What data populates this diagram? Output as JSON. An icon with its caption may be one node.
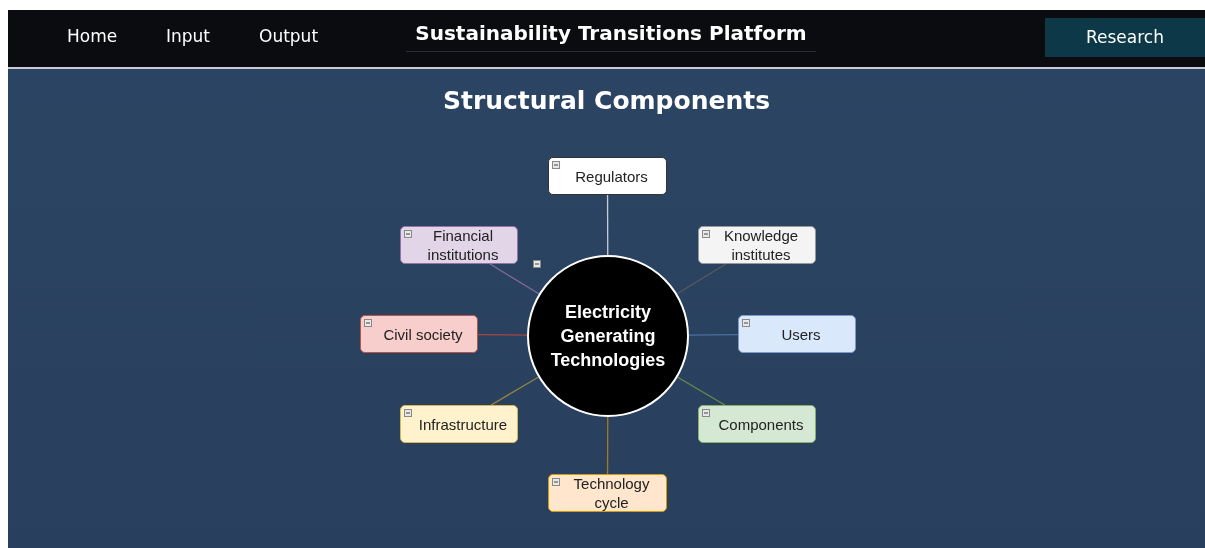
{
  "diagram": {
    "title": "Structural Components",
    "nodes": [
      {
        "text": [
          "Electricity Generating Technologies"
        ]
      },
      {
        "text": [
          "Regulators"
        ]
      },
      {
        "text": [
          "Knowledge institutes"
        ]
      },
      {
        "text": [
          "Users"
        ]
      },
      {
        "text": [
          "Components"
        ]
      },
      {
        "text": [
          "Technology cycle"
        ]
      },
      {
        "text": [
          "Infrastructure"
        ]
      },
      {
        "text": [
          "Civil society"
        ]
      },
      {
        "text": [
          "Financial institutions"
        ]
      }
    ],
    "edges": [
      {
        "from": 0,
        "to": 1,
        "arrow": "none",
        "color": "#c8ccd2"
      },
      {
        "from": 0,
        "to": 2,
        "arrow": "none",
        "color": "#5a5a5a"
      },
      {
        "from": 0,
        "to": 3,
        "arrow": "none",
        "color": "#4a6fa5"
      },
      {
        "from": 0,
        "to": 4,
        "arrow": "none",
        "color": "#6a8a4a"
      },
      {
        "from": 0,
        "to": 5,
        "arrow": "none",
        "color": "#a07c20"
      },
      {
        "from": 0,
        "to": 6,
        "arrow": "none",
        "color": "#948444"
      },
      {
        "from": 0,
        "to": 7,
        "arrow": "none",
        "color": "#a84444"
      },
      {
        "from": 0,
        "to": 8,
        "arrow": "none",
        "color": "#86689a"
      }
    ],
    "labels": [
      "Home",
      "Input",
      "Output",
      "Sustainability Transitions Platform",
      "Research"
    ]
  }
}
